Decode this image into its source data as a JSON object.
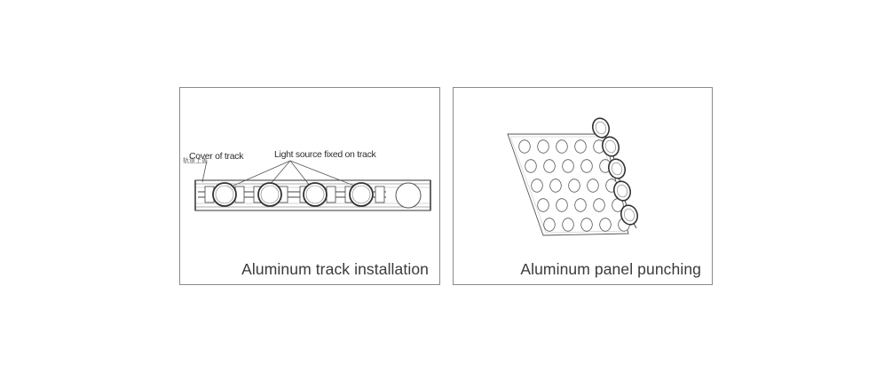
{
  "panels": {
    "left": {
      "caption": "Aluminum track installation",
      "labels": {
        "cover": "Cover of track",
        "light": "Light source fixed on track",
        "small": "轨道上盖"
      }
    },
    "right": {
      "caption": "Aluminum panel punching"
    }
  }
}
